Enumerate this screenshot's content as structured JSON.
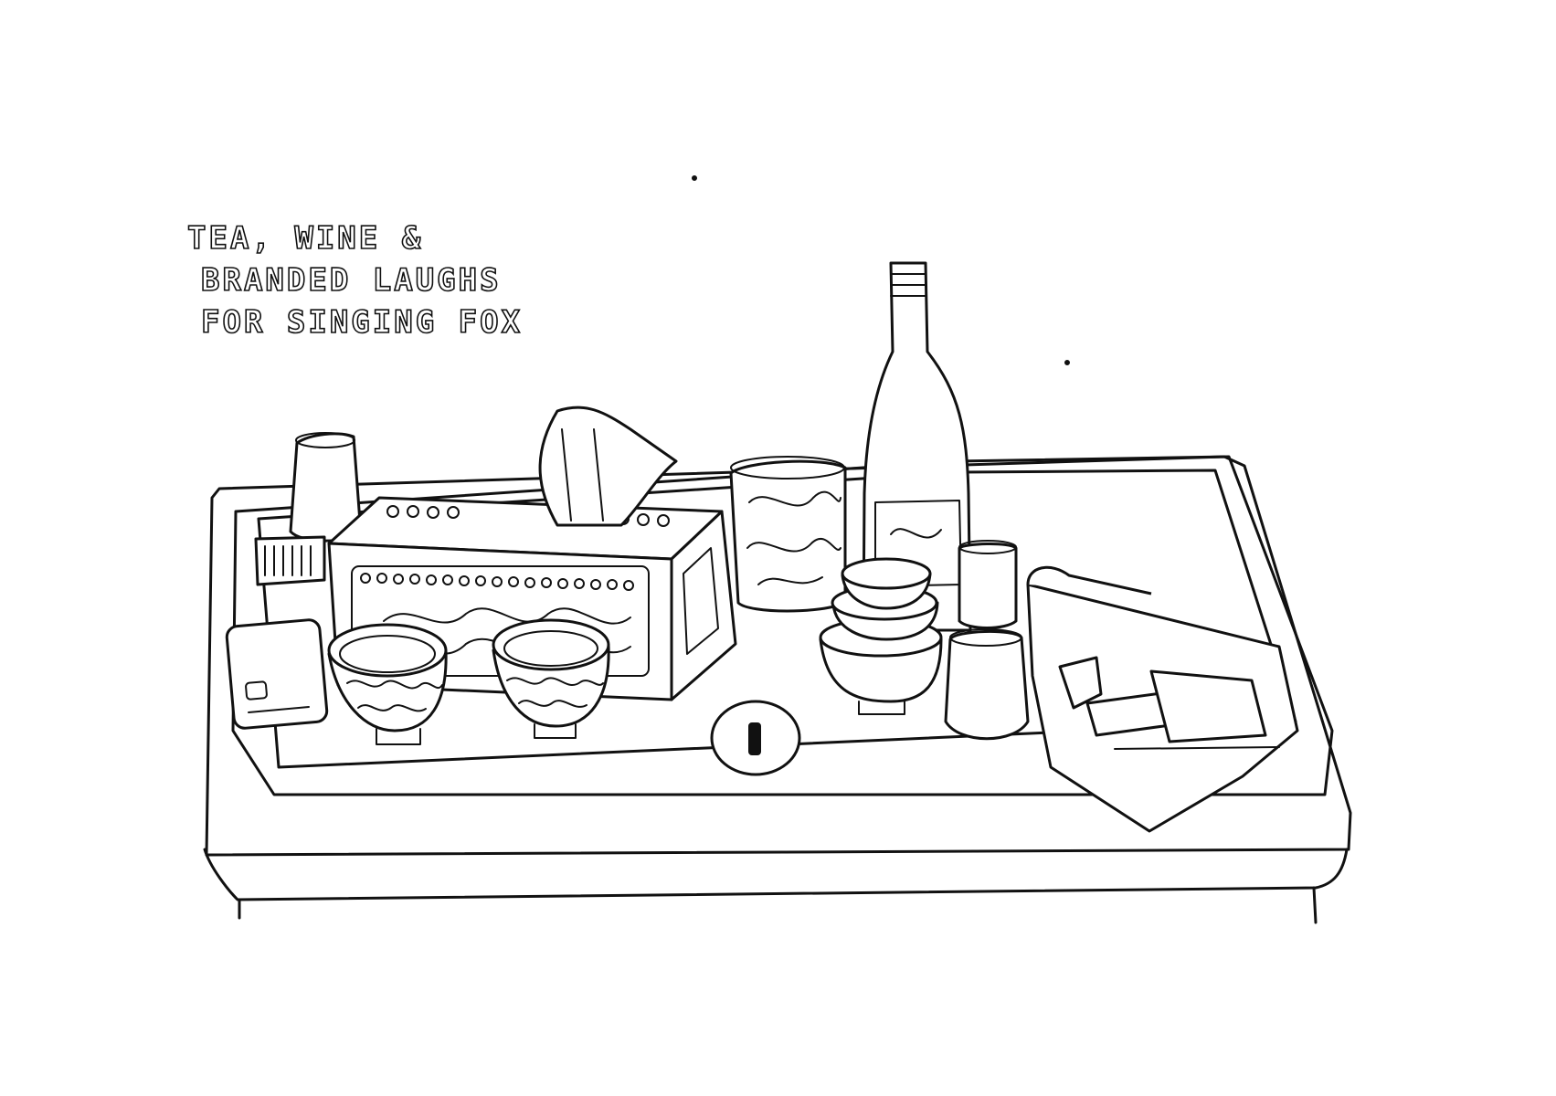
{
  "caption": {
    "line1": "TEA, WINE &",
    "line2": "BRANDED LAUGHS",
    "line3": "FOR SINGING FOX"
  },
  "colors": {
    "ink": "#111111",
    "paper": "#ffffff"
  }
}
